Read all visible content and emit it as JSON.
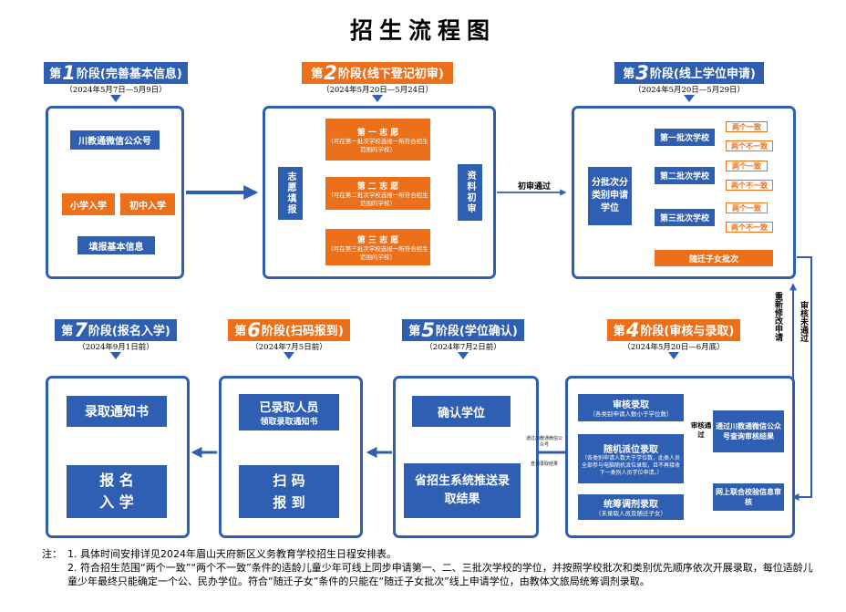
{
  "title": "招生流程图",
  "phases": [
    {
      "prefix": "第",
      "num": "1",
      "suffix": "阶段(完善基本信息)",
      "date": "（2024年5月7日—5月9日）",
      "color": "#2f5fb3"
    },
    {
      "prefix": "第",
      "num": "2",
      "suffix": "阶段(线下登记初审)",
      "date": "（2024年5月20日—5月24日）",
      "color": "#ec6f1a"
    },
    {
      "prefix": "第",
      "num": "3",
      "suffix": "阶段(线上学位申请)",
      "date": "（2024年5月20日—5月29日）",
      "color": "#2f5fb3"
    },
    {
      "prefix": "第",
      "num": "4",
      "suffix": "阶段(审核与录取)",
      "date": "（2024年5月20日—6月底）",
      "color": "#ec6f1a"
    },
    {
      "prefix": "第",
      "num": "5",
      "suffix": "阶段(学位确认)",
      "date": "（2024年7月2日前）",
      "color": "#2f5fb3"
    },
    {
      "prefix": "第",
      "num": "6",
      "suffix": "阶段(扫码报到)",
      "date": "（2024年7月5日前）",
      "color": "#ec6f1a"
    },
    {
      "prefix": "第",
      "num": "7",
      "suffix": "阶段(报名入学)",
      "date": "（2024年9月1日前）",
      "color": "#2f5fb3"
    }
  ],
  "stage1": {
    "wechat": "川教通微信公众号",
    "primary": "小学入学",
    "junior": "初中入学",
    "fill": "填报基本信息"
  },
  "stage2": {
    "fill": "志愿填报",
    "choices": [
      {
        "title": "第 一 志 愿",
        "desc": "（可在第一批次学校选报一所符合招生范围的学校）"
      },
      {
        "title": "第 二 志 愿",
        "desc": "（可在第二批次学校选报一所符合招生范围的学校）"
      },
      {
        "title": "第 三 志 愿",
        "desc": "（可在第三批次学校选报一所符合招生范围的学校）"
      }
    ],
    "review": "资料初审",
    "pass": "初审通过"
  },
  "stage3": {
    "apply": "分批次分类别申请学位",
    "batches": [
      "第一批次学校",
      "第二批次学校",
      "第三批次学校"
    ],
    "same": "两个一致",
    "notsame": "两个不一致",
    "migrant": "随迁子女批次"
  },
  "stage4": {
    "resubmit": "重新修改申请",
    "notpass": "审核未通过",
    "check": "审核通过",
    "query": "通过川教通微信公众号查询审核结果",
    "online": "网上联合校验信息审核",
    "admit1": {
      "title": "审核录取",
      "desc": "（各类别申请人数小于学位数）"
    },
    "admit2": {
      "title": "随机派位录取",
      "desc": "（各类别申请人数大于学位数，此类人员全部参与电脑随机派位录取，且不再接收下一类别人员学位申请。）"
    },
    "admit3": {
      "title": "统筹调剂录取",
      "desc": "（未录取人员及随迁子女）"
    }
  },
  "stage5": {
    "confirm": "确认学位",
    "push": "省招生系统推送录取结果",
    "side1": "通过川教通微信公众号",
    "side2": "查询录取结果"
  },
  "stage6": {
    "admitted": "已录取人员",
    "notice": "领取录取通知书",
    "scan": "扫 码",
    "report": "报 到"
  },
  "stage7": {
    "notice": "录取通知书",
    "enroll1": "报 名",
    "enroll2": "入 学"
  },
  "notes": {
    "label": "注：",
    "n1": "1. 具体时间安排详见2024年眉山天府新区义务教育学校招生日程安排表。",
    "n2": "2. 符合招生范围“两个一致”“两个不一致”条件的适龄儿童少年可线上同步申请第一、二、三批次学校的学位，并按照学校批次和类别优先顺序依次开展录取，每位适龄儿童少年最终只能确定一个公、民办学位。符合“随迁子女”条件的只能在“随迁子女批次”线上申请学位，由教体文旅局统筹调剂录取。"
  }
}
